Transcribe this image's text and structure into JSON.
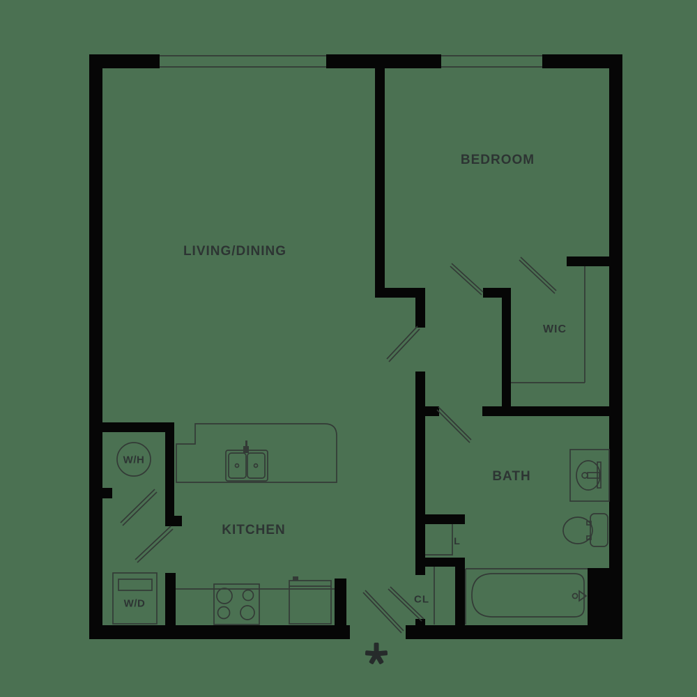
{
  "colors": {
    "background": "#4B7152",
    "wall": "#060606",
    "line": "#333a36",
    "text": "#2d3433"
  },
  "rooms": {
    "living_dining": {
      "label": "LIVING/DINING"
    },
    "bedroom": {
      "label": "BEDROOM"
    },
    "kitchen": {
      "label": "KITCHEN"
    },
    "bath": {
      "label": "BATH"
    },
    "wic": {
      "label": "WIC"
    }
  },
  "utilities": {
    "water_heater": {
      "label": "W/H"
    },
    "washer_dryer": {
      "label": "W/D"
    },
    "linen_closet": {
      "label": "L"
    },
    "coat_closet": {
      "label": "CL"
    }
  },
  "entry": {
    "marker": "✱"
  }
}
